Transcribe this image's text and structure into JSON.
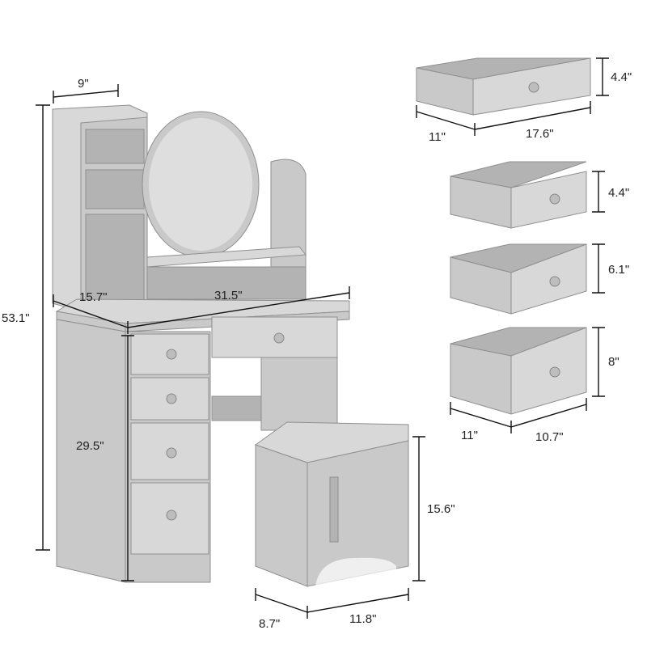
{
  "colors": {
    "furniture": "#c9c9c9",
    "dimension_lines": "#111111",
    "background": "#ffffff"
  },
  "vanity": {
    "hutch_depth": "9\"",
    "total_height": "53.1\"",
    "desk_depth": "15.7\"",
    "desk_width": "31.5\"",
    "desk_height": "29.5\""
  },
  "stool": {
    "height": "15.6\"",
    "depth": "8.7\"",
    "width": "11.8\""
  },
  "drawers": [
    {
      "height": "4.4\"",
      "depth": "11\"",
      "width": "17.6\""
    },
    {
      "height": "4.4\""
    },
    {
      "height": "6.1\""
    },
    {
      "height": "8\"",
      "depth": "11\"",
      "width": "10.7\""
    }
  ]
}
